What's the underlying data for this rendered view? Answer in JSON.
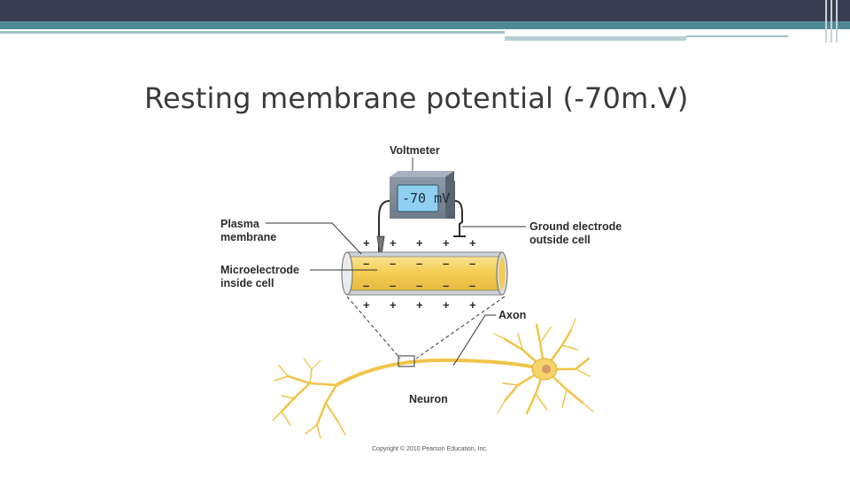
{
  "slide": {
    "title": "Resting membrane potential (-70m.V)"
  },
  "figure": {
    "voltmeter_label": "Voltmeter",
    "voltmeter_reading": "-70 mV",
    "plasma_membrane_label": [
      "Plasma",
      "membrane"
    ],
    "microelectrode_label": [
      "Microelectrode",
      "inside cell"
    ],
    "ground_electrode_label": [
      "Ground electrode",
      "outside cell"
    ],
    "axon_label": "Axon",
    "neuron_label": "Neuron",
    "copyright": "Copyright © 2010 Pearson Education, Inc.",
    "plus_sign": "+",
    "minus_sign": "–"
  },
  "colors": {
    "header_dark": "#3b3e52",
    "header_teal": "#4f8a94",
    "axon_yellow": "#f2c84b",
    "voltmeter_screen": "#8fd0f2"
  }
}
